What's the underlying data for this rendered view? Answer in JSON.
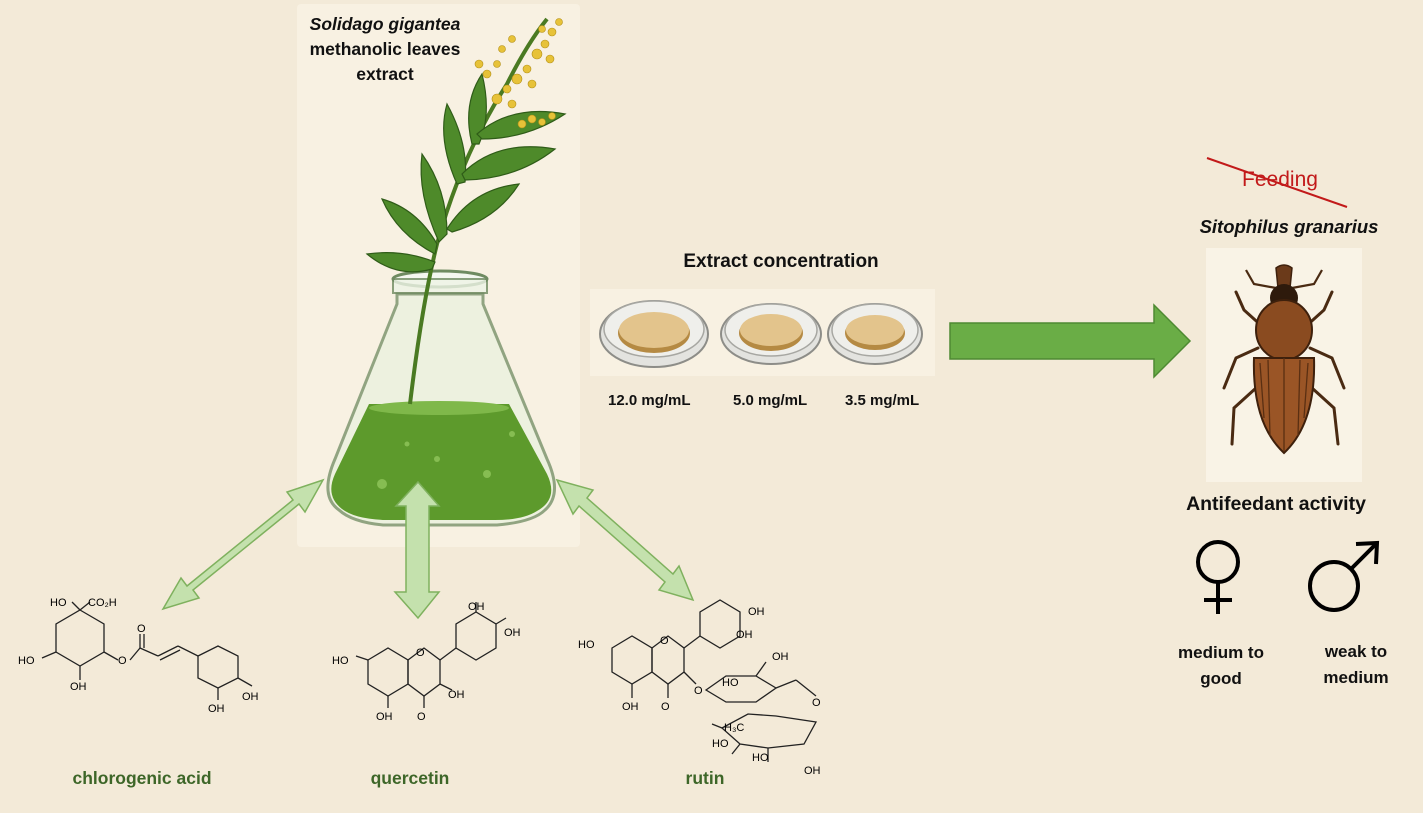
{
  "extract": {
    "line1": "Solidago gigantea",
    "line2": "methanolic leaves",
    "line3": "extract"
  },
  "concentration": {
    "title": "Extract concentration",
    "levels": [
      "12.0 mg/mL",
      "5.0 mg/mL",
      "3.5 mg/mL"
    ]
  },
  "insect": {
    "feeding": "Feeding",
    "species": "Sitophilus granarius",
    "activity_title": "Antifeedant activity",
    "female_line1": "medium to",
    "female_line2": "good",
    "male_line1": "weak to",
    "male_line2": "medium"
  },
  "compounds": {
    "chlorogenic": {
      "name": "chlorogenic acid",
      "atoms": {
        "ho": "HO",
        "co2h": "CO₂H",
        "o": "O",
        "o2": "O",
        "oh": "OH"
      }
    },
    "quercetin": {
      "name": "quercetin",
      "atoms": {
        "ho": "HO",
        "oh": "OH",
        "o": "O"
      }
    },
    "rutin": {
      "name": "rutin",
      "atoms": {
        "ho": "HO",
        "oh": "OH",
        "o": "O",
        "h3c": "H₃C"
      }
    }
  },
  "colors": {
    "background": "#f3ead8",
    "arrow_dark": "#6aad46",
    "arrow_light": "#c4e1ad",
    "compound_text": "#3d6628",
    "feeding_text": "#c21a1a",
    "extract_liquid": "#5d9a2c"
  }
}
